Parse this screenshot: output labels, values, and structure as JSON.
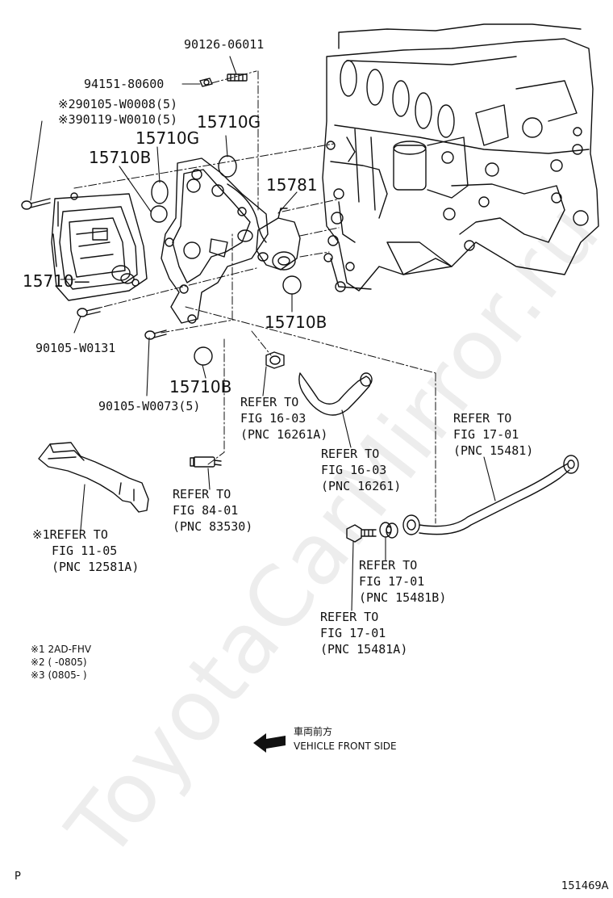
{
  "watermark": "ToyotaCarMirror.ru",
  "parts": {
    "p90126": "90126-06011",
    "p94151": "94151-80600",
    "p90105_w0008": "※290105-W0008(5)",
    "p90119_w0010": "※390119-W0010(5)",
    "p15710g_a": "15710G",
    "p15710g_b": "15710G",
    "p15710b_a": "15710B",
    "p15781": "15781",
    "p15710": "15710—",
    "p15710b_b": "15710B",
    "p90105_w0131": "90105-W0131",
    "p15710b_c": "15710B",
    "p90105_w0073": "90105-W0073(5)"
  },
  "refs": {
    "r16261a": [
      "REFER TO",
      "FIG 16-03",
      "(PNC 16261A)"
    ],
    "r16261": [
      "REFER TO",
      "FIG 16-03",
      "(PNC 16261)"
    ],
    "r15481": [
      "REFER TO",
      "FIG 17-01",
      "(PNC 15481)"
    ],
    "r83530": [
      "REFER TO",
      "FIG 84-01",
      "(PNC 83530)"
    ],
    "r12581a": [
      "※1REFER TO",
      "FIG 11-05",
      "(PNC 12581A)"
    ],
    "r15481b": [
      "REFER TO",
      "FIG 17-01",
      "(PNC 15481B)"
    ],
    "r15481a": [
      "REFER TO",
      "FIG 17-01",
      "(PNC 15481A)"
    ]
  },
  "notes": [
    "※1 2AD-FHV",
    "※2 (    -0805)",
    "※3 (0805-    )"
  ],
  "front": {
    "jp": "車両前方",
    "en": "VEHICLE FRONT SIDE"
  },
  "page_code": "P",
  "figure_id": "151469A"
}
